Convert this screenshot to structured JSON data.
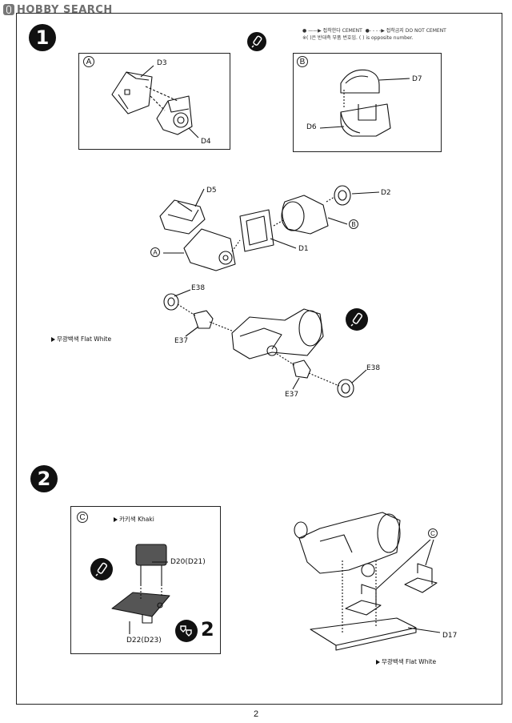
{
  "watermark": {
    "text": "HOBBY SEARCH"
  },
  "legend": {
    "cement": "접착한다 CEMENT",
    "no_cement": "접착금지 DO NOT CEMENT",
    "opposite": "( )은 반대측 부품 번호임.  ( ) is opposite number."
  },
  "step1": {
    "number": "1",
    "box_a": {
      "letter": "A",
      "parts": [
        "D3",
        "D4"
      ]
    },
    "box_b": {
      "letter": "B",
      "parts": [
        "D7",
        "D6"
      ]
    },
    "assembly1": {
      "parts": [
        "D5",
        "D2",
        "D1"
      ],
      "ref_a": "A",
      "ref_b": "B"
    },
    "assembly2": {
      "parts": [
        "E38",
        "E37",
        "E37",
        "E38"
      ],
      "paint": "무광백색 Flat White"
    }
  },
  "step2": {
    "number": "2",
    "box_c": {
      "letter": "C",
      "paint": "카키색 Khaki",
      "parts": [
        "D20(D21)",
        "D22(D23)"
      ],
      "qty": "2"
    },
    "assembly": {
      "ref_c": "C",
      "parts": [
        "D17"
      ],
      "paint": "무광백색 Flat White"
    }
  },
  "page_number": "2"
}
